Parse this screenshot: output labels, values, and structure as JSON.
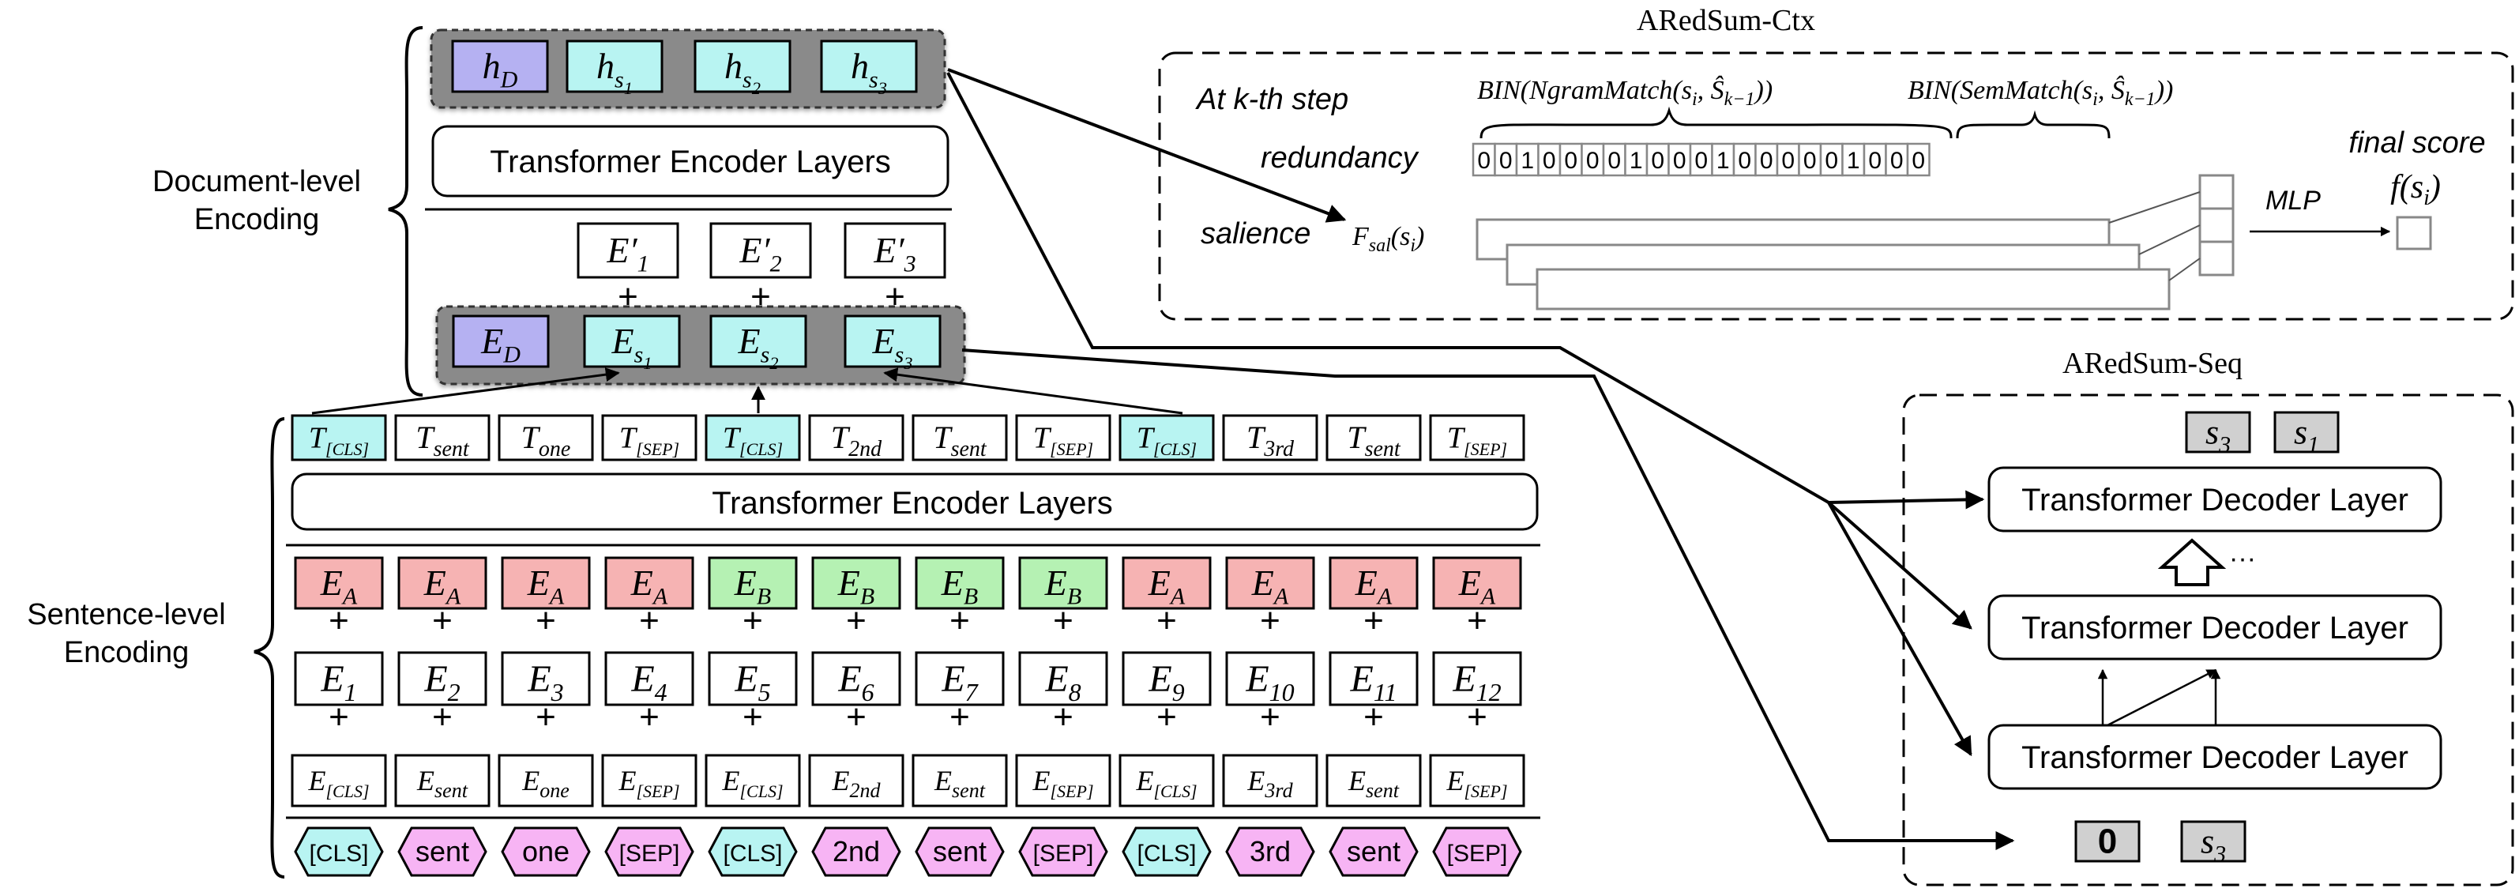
{
  "labels": {
    "document_level": [
      "Document-level",
      "Encoding"
    ],
    "sentence_level": [
      "Sentence-level",
      "Encoding"
    ],
    "transformer_encoder_top": "Transformer Encoder Layers",
    "transformer_encoder_bottom": "Transformer Encoder Layers",
    "ctx_title": "ARedSum-Ctx",
    "seq_title": "ARedSum-Seq",
    "at_kth_step": "At k-th step",
    "redundancy": "redundancy",
    "salience": "salience",
    "mlp": "MLP",
    "final_score": "final score",
    "f_sal": "F",
    "f_sal_sub": "sal",
    "f_sal_arg": "(s",
    "f_sal_arg_sub": "i",
    "f_sal_close": ")",
    "f_si": "f(s",
    "f_si_sub": "i",
    "f_si_close": ")",
    "bin_ngram": "BIN(NgramMatch(s",
    "bin_sem": "BIN(SemMatch(s",
    "bin_tail_i": "i",
    "bin_tail_mid": ", Ŝ",
    "bin_tail_sub": "k−1",
    "bin_tail_close": "))",
    "decoder_layer_top": "Transformer Decoder Layer",
    "decoder_layer_mid": "Transformer Decoder Layer",
    "decoder_layer_bottom": "Transformer Decoder Layer",
    "ellipsis": "···",
    "plus": "+"
  },
  "colors": {
    "cyan": "#b8f4f2",
    "purple": "#b5b1f2",
    "red": "#f6b3b3",
    "green": "#b5f1b3",
    "pink": "#f7b4f4",
    "gray_box": "#d0d0d0",
    "gray_band": "#8a8a8a"
  },
  "doc_outputs": [
    {
      "main": "h",
      "sub": "D",
      "color": "purple"
    },
    {
      "main": "h",
      "sub": "s",
      "subsub": "1",
      "color": "cyan"
    },
    {
      "main": "h",
      "sub": "s",
      "subsub": "2",
      "color": "cyan"
    },
    {
      "main": "h",
      "sub": "s",
      "subsub": "3",
      "color": "cyan"
    }
  ],
  "e_prime": [
    {
      "main": "E′",
      "sub": "1"
    },
    {
      "main": "E′",
      "sub": "2"
    },
    {
      "main": "E′",
      "sub": "3"
    }
  ],
  "doc_inputs": [
    {
      "main": "E",
      "sub": "D",
      "color": "purple"
    },
    {
      "main": "E",
      "sub": "s",
      "subsub": "1",
      "color": "cyan"
    },
    {
      "main": "E",
      "sub": "s",
      "subsub": "2",
      "color": "cyan"
    },
    {
      "main": "E",
      "sub": "s",
      "subsub": "3",
      "color": "cyan"
    }
  ],
  "token_outputs": [
    {
      "main": "T",
      "sub": "[CLS]",
      "color": "cyan"
    },
    {
      "main": "T",
      "sub": "sent",
      "color": "white"
    },
    {
      "main": "T",
      "sub": "one",
      "color": "white"
    },
    {
      "main": "T",
      "sub": "[SEP]",
      "color": "white"
    },
    {
      "main": "T",
      "sub": "[CLS]",
      "color": "cyan"
    },
    {
      "main": "T",
      "sub": "2nd",
      "color": "white"
    },
    {
      "main": "T",
      "sub": "sent",
      "color": "white"
    },
    {
      "main": "T",
      "sub": "[SEP]",
      "color": "white"
    },
    {
      "main": "T",
      "sub": "[CLS]",
      "color": "cyan"
    },
    {
      "main": "T",
      "sub": "3rd",
      "color": "white"
    },
    {
      "main": "T",
      "sub": "sent",
      "color": "white"
    },
    {
      "main": "T",
      "sub": "[SEP]",
      "color": "white"
    }
  ],
  "segment_embeddings": [
    {
      "main": "E",
      "sub": "A",
      "color": "red"
    },
    {
      "main": "E",
      "sub": "A",
      "color": "red"
    },
    {
      "main": "E",
      "sub": "A",
      "color": "red"
    },
    {
      "main": "E",
      "sub": "A",
      "color": "red"
    },
    {
      "main": "E",
      "sub": "B",
      "color": "green"
    },
    {
      "main": "E",
      "sub": "B",
      "color": "green"
    },
    {
      "main": "E",
      "sub": "B",
      "color": "green"
    },
    {
      "main": "E",
      "sub": "B",
      "color": "green"
    },
    {
      "main": "E",
      "sub": "A",
      "color": "red"
    },
    {
      "main": "E",
      "sub": "A",
      "color": "red"
    },
    {
      "main": "E",
      "sub": "A",
      "color": "red"
    },
    {
      "main": "E",
      "sub": "A",
      "color": "red"
    }
  ],
  "position_embeddings": [
    {
      "main": "E",
      "sub": "1"
    },
    {
      "main": "E",
      "sub": "2"
    },
    {
      "main": "E",
      "sub": "3"
    },
    {
      "main": "E",
      "sub": "4"
    },
    {
      "main": "E",
      "sub": "5"
    },
    {
      "main": "E",
      "sub": "6"
    },
    {
      "main": "E",
      "sub": "7"
    },
    {
      "main": "E",
      "sub": "8"
    },
    {
      "main": "E",
      "sub": "9"
    },
    {
      "main": "E",
      "sub": "10"
    },
    {
      "main": "E",
      "sub": "11"
    },
    {
      "main": "E",
      "sub": "12"
    }
  ],
  "token_embeddings": [
    {
      "main": "E",
      "sub": "[CLS]"
    },
    {
      "main": "E",
      "sub": "sent"
    },
    {
      "main": "E",
      "sub": "one"
    },
    {
      "main": "E",
      "sub": "[SEP]"
    },
    {
      "main": "E",
      "sub": "[CLS]"
    },
    {
      "main": "E",
      "sub": "2nd"
    },
    {
      "main": "E",
      "sub": "sent"
    },
    {
      "main": "E",
      "sub": "[SEP]"
    },
    {
      "main": "E",
      "sub": "[CLS]"
    },
    {
      "main": "E",
      "sub": "3rd"
    },
    {
      "main": "E",
      "sub": "sent"
    },
    {
      "main": "E",
      "sub": "[SEP]"
    }
  ],
  "tokens": [
    {
      "text": "[CLS]",
      "color": "cyan"
    },
    {
      "text": "sent",
      "color": "pink"
    },
    {
      "text": "one",
      "color": "pink"
    },
    {
      "text": "[SEP]",
      "color": "pink"
    },
    {
      "text": "[CLS]",
      "color": "cyan"
    },
    {
      "text": "2nd",
      "color": "pink"
    },
    {
      "text": "sent",
      "color": "pink"
    },
    {
      "text": "[SEP]",
      "color": "pink"
    },
    {
      "text": "[CLS]",
      "color": "cyan"
    },
    {
      "text": "3rd",
      "color": "pink"
    },
    {
      "text": "sent",
      "color": "pink"
    },
    {
      "text": "[SEP]",
      "color": "pink"
    }
  ],
  "redundancy_bits_ngram": [
    "0",
    "0",
    "1",
    "0",
    "0",
    "0",
    "0",
    "1",
    "0",
    "0",
    "0",
    "1",
    "0",
    "0",
    "0"
  ],
  "redundancy_bits_sem": [
    "0",
    "0",
    "1",
    "0",
    "0",
    "0"
  ],
  "seq_outputs": [
    {
      "main": "s",
      "sub": "3"
    },
    {
      "main": "s",
      "sub": "1"
    }
  ],
  "seq_inputs": [
    {
      "main": "0",
      "sub": ""
    },
    {
      "main": "s",
      "sub": "3"
    }
  ]
}
